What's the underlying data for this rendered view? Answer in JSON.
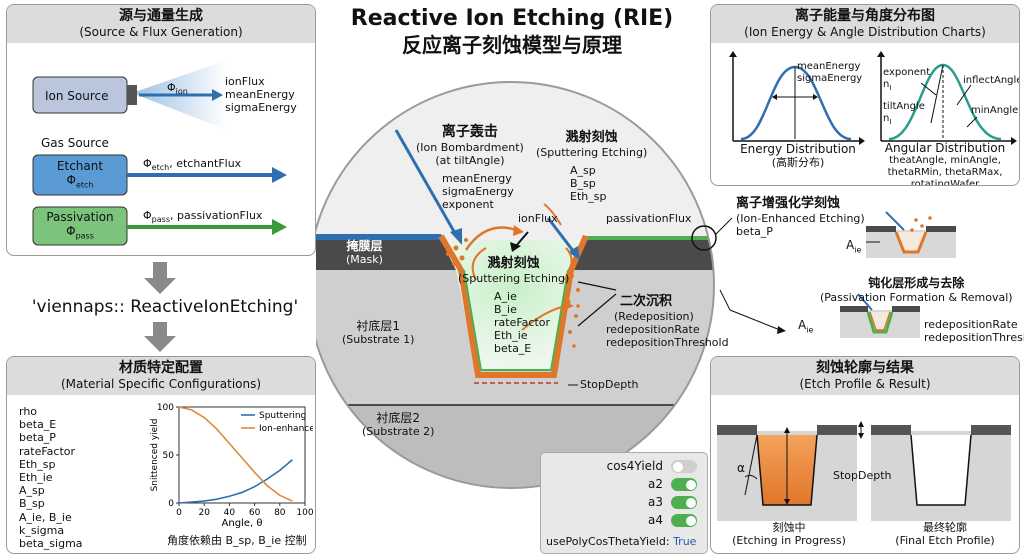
{
  "title": {
    "en": "Reactive Ion Etching (RIE)",
    "zh": "反应离子刻蚀模型与原理"
  },
  "source_panel": {
    "zh": "源与通量生成",
    "en": "(Source & Flux Generation)",
    "ion_source": "Ion Source",
    "phi_ion": "Φ",
    "phi_ion_sub": "ion",
    "ion_params": [
      "ionFlux",
      "meanEnergy",
      "sigmaEnergy"
    ],
    "gas_source": "Gas Source",
    "etchant": "Etchant",
    "etchant_phi": "Φ",
    "etchant_phi_sub": "etch",
    "etchant_flux_label": "Φ",
    "etchant_flux_sub": "etch",
    "etchant_flux_name": ", etchantFlux",
    "passivation": "Passivation",
    "passivation_phi": "Φ",
    "passivation_phi_sub": "pass",
    "pass_flux_label": "Φ",
    "pass_flux_sub": "pass",
    "pass_flux_name": ", passivationFlux"
  },
  "model_name": "'viennaps:: ReactiveIonEtching'",
  "material_panel": {
    "zh": "材质特定配置",
    "en": "(Material Specific Configurations)",
    "params": [
      "rho",
      "beta_E",
      "beta_P",
      "rateFactor",
      "Eth_sp",
      "Eth_ie",
      "A_sp",
      "B_sp",
      "A_ie, B_ie",
      "k_sigma",
      "beta_sigma"
    ],
    "caption": "角度依赖由 B_sp, B_ie 控制"
  },
  "chart_data": {
    "type": "line",
    "xlabel": "Angle, θ",
    "ylabel": "Snittenced yield",
    "xlim": [
      0,
      100
    ],
    "ylim": [
      0,
      100
    ],
    "xticks": [
      0,
      20,
      40,
      60,
      80,
      100
    ],
    "yticks": [
      0,
      50,
      100
    ],
    "legend": "top-right",
    "series": [
      {
        "name": "Sputtering",
        "color": "#2f6fb0",
        "x": [
          0,
          10,
          20,
          30,
          40,
          50,
          60,
          70,
          80,
          90
        ],
        "y": [
          0,
          1,
          2,
          4,
          7,
          11,
          17,
          25,
          34,
          45
        ]
      },
      {
        "name": "Ion-enhanced",
        "color": "#e08a3a",
        "x": [
          0,
          10,
          20,
          30,
          40,
          50,
          60,
          70,
          80,
          90
        ],
        "y": [
          100,
          97,
          89,
          77,
          62,
          47,
          32,
          18,
          8,
          2
        ]
      }
    ]
  },
  "center": {
    "ion_bombardment": {
      "zh": "离子轰击",
      "en": [
        "(Ion Bombardment)",
        "(at tiltAngle)"
      ],
      "params": [
        "meanEnergy",
        "sigmaEnergy",
        "exponent"
      ]
    },
    "sputter_top": {
      "zh": "溅射刻蚀",
      "en": "(Sputtering Etching)",
      "params": [
        "A_sp",
        "B_sp",
        "Eth_sp"
      ]
    },
    "ion_flux": "ionFlux",
    "passivation_flux": "passivationFlux",
    "mask": {
      "zh": "掩膜层",
      "en": "(Mask)"
    },
    "sputter_mid": {
      "zh": "溅射刻蚀",
      "en": "(Sputtering Etching)",
      "params": [
        "A_ie",
        "B_ie",
        "rateFactor",
        "Eth_ie",
        "beta_E"
      ]
    },
    "redeposition": {
      "zh": "二次沉积",
      "en": "(Redeposition)",
      "params": [
        "redepositionRate",
        "redepositionThreshold"
      ]
    },
    "substrate1": {
      "zh": "衬底层1",
      "en": "(Substrate 1)"
    },
    "substrate2": {
      "zh": "衬底层2",
      "en": "(Substrate 2)"
    },
    "stop_depth": "StopDepth"
  },
  "energy_panel": {
    "zh": "离子能量与角度分布图",
    "en": "(Ion Energy & Angle Distribution Charts)",
    "energy_labels": [
      "meanEnergy",
      "sigmaEnergy"
    ],
    "energy_title": "Energy Distribution",
    "energy_sub": "(高斯分布)",
    "angular_labels": {
      "exponent": "exponent",
      "n1": "n",
      "n1_sub": "I",
      "tilt": "tiltAngle",
      "n2": "n",
      "n2_sub": "I",
      "inflect": "inflectAngle",
      "min": "minAngle"
    },
    "angular_title": "Angular Distribution",
    "angular_params": [
      "theatAngle, minAngle,",
      "thetaRMin, thetaRMax,",
      "rotatingWafer"
    ]
  },
  "ion_enhanced": {
    "zh": "离子增强化学刻蚀",
    "en": "(Ion-Enhanced Etching)",
    "param": "beta_P",
    "a_ie": "A",
    "a_ie_sub": "ie"
  },
  "passivation_formation": {
    "zh": "钝化层形成与去除",
    "en": "(Passivation Formation & Removal)"
  },
  "redep_side": {
    "a_ie": "A",
    "a_ie_sub": "ie",
    "params": [
      "redepositionRate",
      "redepositionThreshold"
    ]
  },
  "etch_profile": {
    "zh": "刻蚀轮廓与结果",
    "en": "(Etch Profile & Result)",
    "stop_depth": "StopDepth",
    "alpha": "α",
    "left_caption": {
      "zh": "刻蚀中",
      "en": "(Etching in Progress)"
    },
    "right_caption": {
      "zh": "最终轮廓",
      "en": "(Final Etch Profile)"
    }
  },
  "settings": {
    "toggles": [
      {
        "label": "cos4Yield",
        "on": false
      },
      {
        "label": "a2",
        "on": true
      },
      {
        "label": "a3",
        "on": true
      },
      {
        "label": "a4",
        "on": true
      }
    ],
    "poly_label": "usePolyCosThetaYield:",
    "poly_value": "True",
    "poly_color": "#1f5fb0"
  },
  "colors": {
    "mask": "#4a4a4a",
    "passivation": "#4caf50",
    "ion": "#2f6fb0",
    "etch": "#e0762a",
    "substrate": "#c9c9c9",
    "etchant_box": "#5b9bd5",
    "passivation_box": "#7cc47c"
  }
}
